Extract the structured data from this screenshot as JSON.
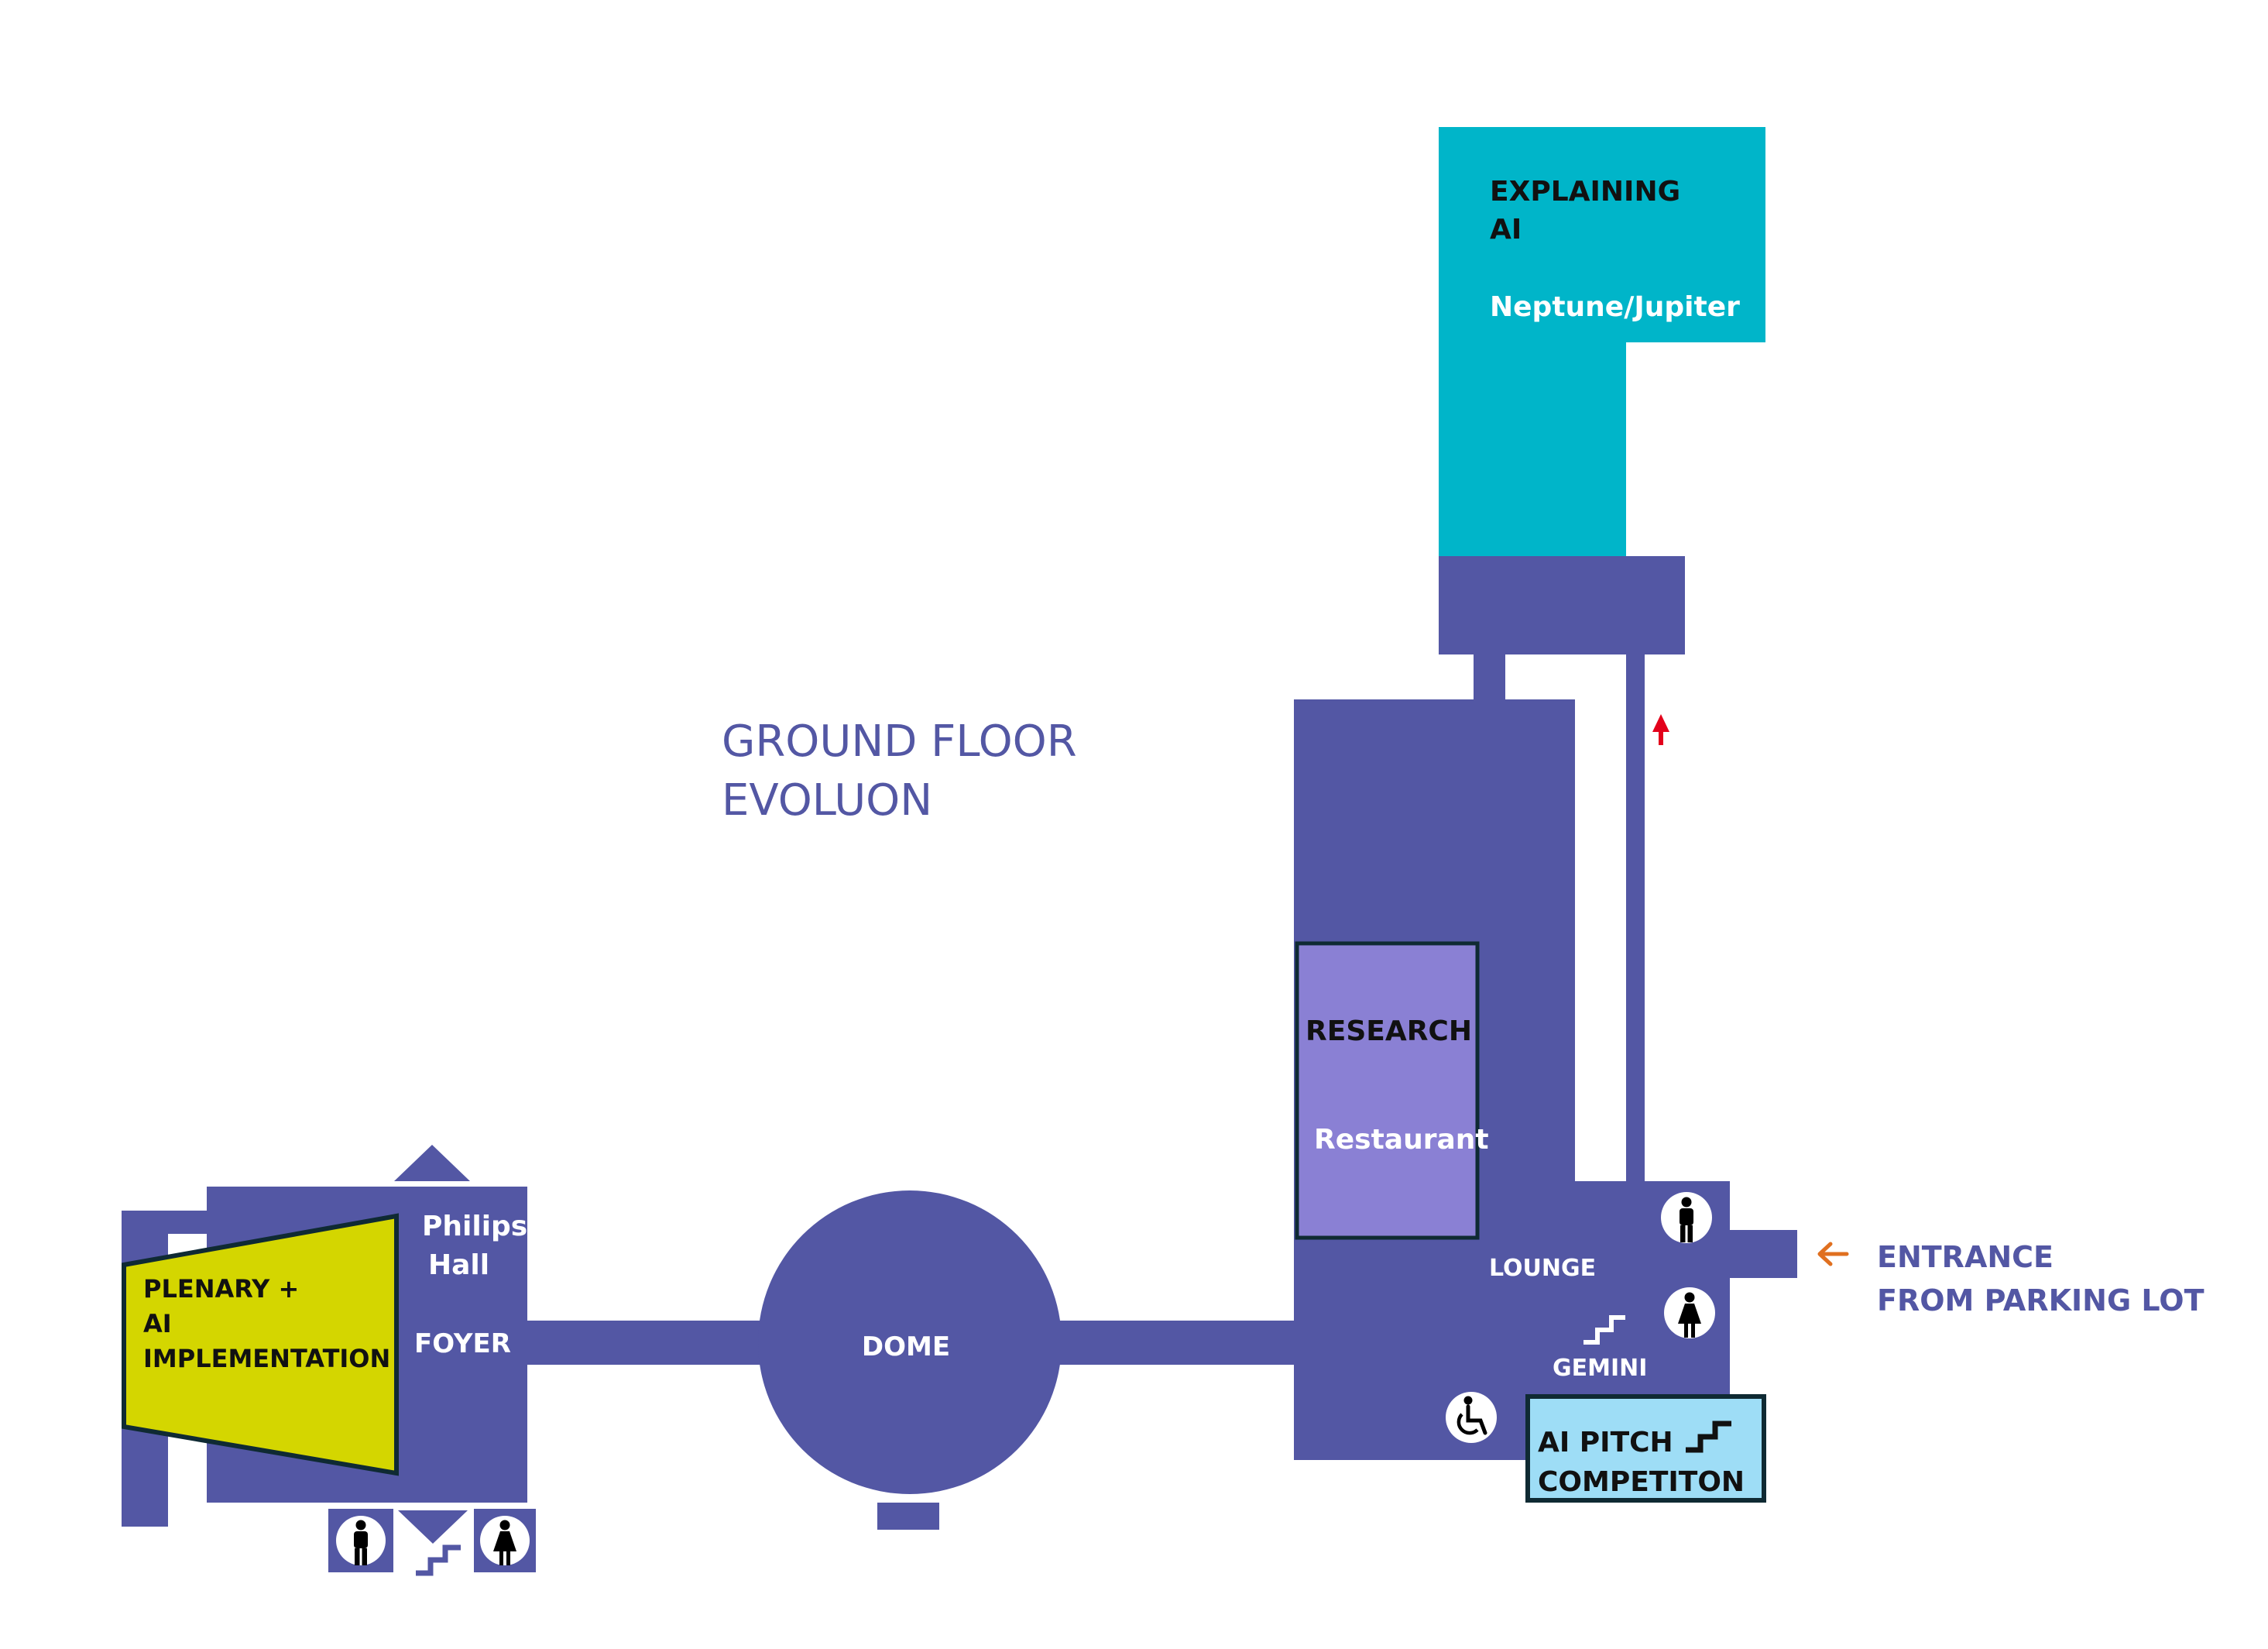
{
  "map": {
    "title": {
      "line1": "GROUND FLOOR",
      "line2": "EVOLUON"
    },
    "colors": {
      "building": "#5357A4",
      "plenary": "#D4D600",
      "explaining": "#00B5C9",
      "research": "#8A80D4",
      "pitch": "#9EDDF6",
      "accent_text": "#5357A4",
      "arrow_orange": "#E07020",
      "arrow_red": "#E3001B",
      "white": "#FFFFFF",
      "outline": "#0F2A33"
    },
    "rooms": {
      "explaining": {
        "line1": "EXPLAINING",
        "line2": "AI",
        "line3": "Neptune/Jupiter"
      },
      "research": {
        "line1": "RESEARCH",
        "line2": "Restaurant"
      },
      "plenary": {
        "line1": "PLENARY +",
        "line2": "AI",
        "line3": "IMPLEMENTATION"
      },
      "philips_hall": {
        "line1": "Philips",
        "line2": "Hall"
      },
      "foyer": "FOYER",
      "dome": "DOME",
      "lounge": "LOUNGE",
      "gemini": "GEMINI",
      "pitch": {
        "line1": "AI PITCH",
        "line2": "COMPETITON"
      }
    },
    "entrance": {
      "line1": "ENTRANCE",
      "line2": "FROM PARKING LOT"
    },
    "icons": [
      "male-restroom-icon",
      "female-restroom-icon",
      "stairs-icon",
      "wheelchair-icon",
      "arrow-left-icon",
      "arrow-up-icon",
      "triangle-marker-icon"
    ]
  }
}
